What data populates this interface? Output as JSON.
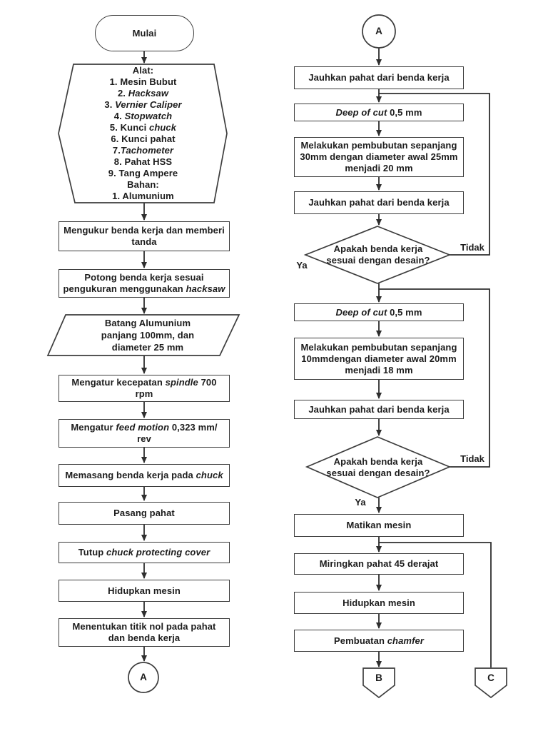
{
  "flowchart": {
    "colors": {
      "background": "#ffffff",
      "ink": "#1c1c1c",
      "line": "#2e2e2e",
      "shape_border": "#3d3d3d"
    },
    "labels": {
      "yes": "Ya",
      "no": "Tidak"
    },
    "left": {
      "start": [
        [
          {
            "t": "Mulai"
          }
        ]
      ],
      "prep": [
        [
          {
            "t": "Alat:"
          }
        ],
        [
          {
            "t": "1. Mesin Bubut"
          }
        ],
        [
          {
            "t": "2. "
          },
          {
            "t": "Hacksaw",
            "i": true
          }
        ],
        [
          {
            "t": "3. "
          },
          {
            "t": "Vernier Caliper",
            "i": true
          }
        ],
        [
          {
            "t": "4. "
          },
          {
            "t": "Stopwatch",
            "i": true
          }
        ],
        [
          {
            "t": "5. Kunci "
          },
          {
            "t": "chuck",
            "i": true
          }
        ],
        [
          {
            "t": "6. Kunci pahat"
          }
        ],
        [
          {
            "t": "7."
          },
          {
            "t": "Tachometer",
            "i": true
          }
        ],
        [
          {
            "t": "8. Pahat HSS"
          }
        ],
        [
          {
            "t": "9. Tang Ampere"
          }
        ],
        [
          {
            "t": "Bahan:"
          }
        ],
        [
          {
            "t": "1. Alumunium"
          }
        ]
      ],
      "p1": [
        [
          {
            "t": "Mengukur benda kerja dan memberi"
          }
        ],
        [
          {
            "t": "tanda"
          }
        ]
      ],
      "p2": [
        [
          {
            "t": "Potong benda kerja sesuai"
          }
        ],
        [
          {
            "t": "pengukuran menggunakan "
          },
          {
            "t": "hacksaw",
            "i": true
          }
        ]
      ],
      "io": [
        [
          {
            "t": "Batang Alumunium"
          }
        ],
        [
          {
            "t": "panjang 100mm, dan"
          }
        ],
        [
          {
            "t": "diameter 25 mm"
          }
        ]
      ],
      "p3": [
        [
          {
            "t": "Mengatur kecepatan "
          },
          {
            "t": "spindle",
            "i": true
          },
          {
            "t": " 700"
          }
        ],
        [
          {
            "t": "rpm"
          }
        ]
      ],
      "p4": [
        [
          {
            "t": "Mengatur "
          },
          {
            "t": "feed motion",
            "i": true
          },
          {
            "t": " 0,323 mm/"
          }
        ],
        [
          {
            "t": "rev"
          }
        ]
      ],
      "p5": [
        [
          {
            "t": "Memasang benda kerja pada "
          },
          {
            "t": "chuck",
            "i": true
          }
        ]
      ],
      "p6": [
        [
          {
            "t": "Pasang pahat"
          }
        ]
      ],
      "p7": [
        [
          {
            "t": "Tutup "
          },
          {
            "t": "chuck protecting cover",
            "i": true
          }
        ]
      ],
      "p8": [
        [
          {
            "t": "Hidupkan mesin"
          }
        ]
      ],
      "p9": [
        [
          {
            "t": "Menentukan titik nol pada pahat"
          }
        ],
        [
          {
            "t": "dan benda kerja"
          }
        ]
      ],
      "connector_a": "A"
    },
    "right": {
      "connector_a": "A",
      "r1": [
        [
          {
            "t": "Jauhkan pahat dari benda kerja"
          }
        ]
      ],
      "r2": [
        [
          {
            "t": "Deep of cut",
            "i": true
          },
          {
            "t": " 0,5 mm"
          }
        ]
      ],
      "r3": [
        [
          {
            "t": "Melakukan pembubutan sepanjang"
          }
        ],
        [
          {
            "t": "30mm dengan diameter awal 25mm"
          }
        ],
        [
          {
            "t": "menjadi 20 mm"
          }
        ]
      ],
      "r4": [
        [
          {
            "t": "Jauhkan pahat dari benda kerja"
          }
        ]
      ],
      "d1": [
        [
          {
            "t": "Apakah benda kerja"
          }
        ],
        [
          {
            "t": "sesuai dengan desain?"
          }
        ]
      ],
      "r5": [
        [
          {
            "t": "Deep of cut",
            "i": true
          },
          {
            "t": " 0,5 mm"
          }
        ]
      ],
      "r6": [
        [
          {
            "t": "Melakukan pembubutan sepanjang"
          }
        ],
        [
          {
            "t": "10mmdengan diameter awal 20mm"
          }
        ],
        [
          {
            "t": "menjadi 18 mm"
          }
        ]
      ],
      "r7": [
        [
          {
            "t": "Jauhkan pahat dari benda kerja"
          }
        ]
      ],
      "d2": [
        [
          {
            "t": "Apakah benda kerja"
          }
        ],
        [
          {
            "t": "sesuai dengan desain?"
          }
        ]
      ],
      "r8": [
        [
          {
            "t": "Matikan mesin"
          }
        ]
      ],
      "r9": [
        [
          {
            "t": "Miringkan pahat 45 derajat"
          }
        ]
      ],
      "r10": [
        [
          {
            "t": "Hidupkan mesin"
          }
        ]
      ],
      "r11": [
        [
          {
            "t": "Pembuatan "
          },
          {
            "t": "chamfer",
            "i": true
          }
        ]
      ],
      "connector_b": "B",
      "connector_c": "C"
    }
  }
}
